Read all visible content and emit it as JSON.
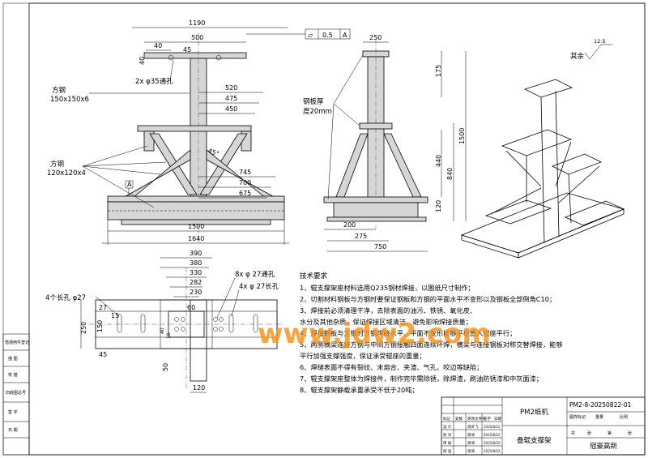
{
  "views": {
    "front": {
      "dims": {
        "w1190": "1190",
        "w500": "500",
        "w40": "40",
        "w45": "45",
        "h40": "40",
        "w520": "520",
        "w475": "475",
        "w450": "450",
        "w745": "745",
        "w700": "700",
        "w675": "675",
        "w1500": "1500",
        "w1640": "1640",
        "angle": "45°"
      },
      "flatness": {
        "symbol": "▱",
        "value": "0.5",
        "datum": "A"
      },
      "datum_label": "A",
      "labels": {
        "holes": "2x φ35通孔",
        "tube_big_1": "方钢",
        "tube_big_2": "150x150x6",
        "tube_small_1": "方钢",
        "tube_small_2": "120x120x4"
      }
    },
    "side": {
      "dims": {
        "w250": "250",
        "h175": "175",
        "h1500": "1500",
        "h440": "440",
        "h840": "840",
        "h120": "120",
        "w200": "200",
        "w275": "275",
        "w750": "750"
      },
      "plate_label_1": "钢板厚",
      "plate_label_2": "度20mm",
      "roughness": {
        "prefix": "其余",
        "value": "12.5"
      }
    },
    "top": {
      "dims": {
        "w390": "390",
        "w380": "380",
        "w330": "330",
        "w282": "282",
        "w230": "230",
        "w60": "60",
        "w27": "27",
        "w15": "15",
        "h250": "250",
        "h150": "150",
        "w45": "45",
        "h50": "50",
        "w120": "120",
        "h40": "40",
        "w10": "10"
      },
      "labels": {
        "holes8": "8x φ 27通孔",
        "holes4": "4x φ 27长孔",
        "slot": "4个长孔 φ27"
      }
    }
  },
  "tech": {
    "title": "技术要求",
    "items": [
      "1、辊支撑架座材料选用Q235钢材焊接，以图纸尺寸制作；",
      "2、切割材料钢板与方钢时要保证钢板和方钢的平面水平不变形以及钢板全部倒角C10；",
      "3、焊接前必须清理干净，去除表面的油污、铁锈、氧化皮、",
      "   水分及其他杂质，保证焊接区域清洁，避免影响焊接质量；",
      "4、焊接钢板与方钢时方钢焊接水平，平面不变形能够平稳放入辊座平行；",
      "5、两侧横梁连接方钢与中间方钢接触四面连续环焊，横梁与连接钢板对称交替焊接，能够",
      "   平行加强支撑强度，保证承受辊座的重量；",
      "6、焊缝表面不得有裂纹、未熔合、夹渣、气孔、咬边等缺陷；",
      "7、辊支撑架座整体为焊接件，制作完毕需除锈，除焊渣，刷油防锈漆和中灰面漆；",
      "8、辊支撑架静载承重承受不低于20吨；"
    ]
  },
  "left_strip": [
    "借通用件登记",
    "描 图",
    "校 描",
    "旧底图总号",
    "签 字",
    "日 期"
  ],
  "title_block": {
    "drawing_type": "PM2纸机",
    "part_name": "叠辊支撑架",
    "drawing_no": "PM2-8-20250822-01",
    "company": "冠豪高新",
    "history_header": [
      "标记",
      "处数",
      "更改文件号",
      "签字",
      "日期"
    ],
    "history_rows": [
      [
        "设 计",
        "周庆飞",
        "2025/8/22"
      ],
      [
        "校 对",
        "梁涛",
        "2025/8/22"
      ],
      [
        "审 核",
        "梁涛",
        "2025/8/22"
      ],
      [
        "批 准",
        "梁涛",
        "2025/8/22"
      ]
    ],
    "stage_header": [
      "图样标记",
      "重量",
      "比例"
    ],
    "sheet": [
      "共",
      "张",
      "第",
      "张"
    ]
  },
  "watermark": "www.jdw2.com"
}
